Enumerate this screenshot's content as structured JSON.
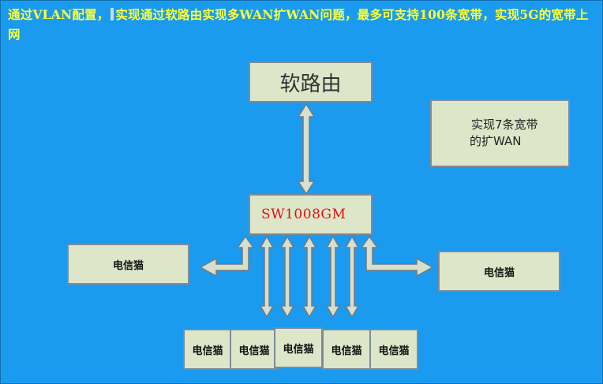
{
  "headline": {
    "part1": "通过VLAN配置，",
    "part2": "实现通过软路由实现多WAN扩WAN问题，最多可支持100条宽带，实现5G的宽带上网"
  },
  "nodes": {
    "router": "软路由",
    "switch": "SW1008GM",
    "note_line1": "实现7条宽带",
    "note_line2": "的扩WAN",
    "modem_left": "电信猫",
    "modem_right": "电信猫",
    "modems_bottom": [
      "电信猫",
      "电信猫",
      "电信猫",
      "电信猫",
      "电信猫"
    ]
  },
  "colors": {
    "background": "#1a9bf0",
    "headline": "#ffff33",
    "box_fill": "#dde6c9",
    "box_border": "#7f8a98",
    "switch_text": "#dd1111"
  }
}
